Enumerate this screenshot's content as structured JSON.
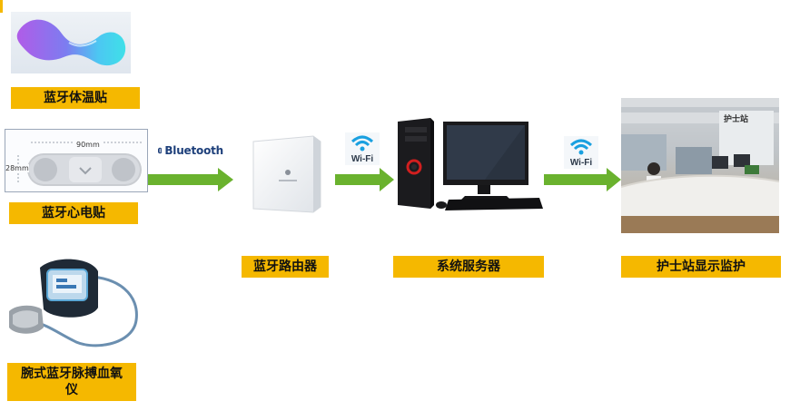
{
  "labels": {
    "thermo": "蓝牙体温贴",
    "ecg": "蓝牙心电贴",
    "oximeter_line1": "腕式蓝牙脉搏血氧",
    "oximeter_line2": "仪",
    "router": "蓝牙路由器",
    "server": "系统服务器",
    "nurse_station": "护士站显示监护"
  },
  "ecg_dimensions": {
    "width": "90mm",
    "height": "28mm"
  },
  "bluetooth_text": "Bluetooth",
  "wifi_text": "Wi-Fi",
  "nurse_sign": "护士站",
  "colors": {
    "label_bg": "#f5b800",
    "arrow": "#6ab22e",
    "bluetooth": "#1d3f7a",
    "wifi": "#1aa0e0"
  },
  "icons": [
    "bluetooth-icon",
    "wifi-icon"
  ]
}
